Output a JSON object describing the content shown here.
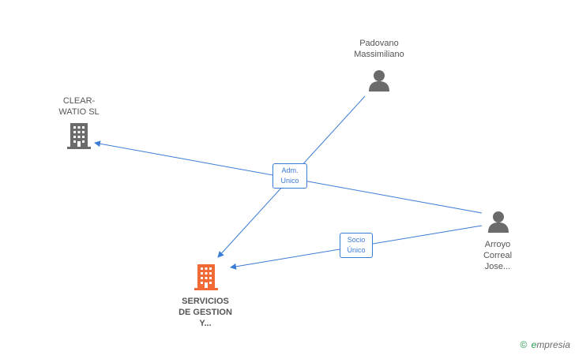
{
  "nodes": {
    "padovano": {
      "line1": "Padovano",
      "line2": "Massimiliano",
      "icon": "person-icon"
    },
    "clear": {
      "line1": "CLEAR-",
      "line2": "WATIO SL",
      "icon": "building-icon"
    },
    "arroyo": {
      "line1": "Arroyo",
      "line2": "Correal",
      "line3": "Jose...",
      "icon": "person-icon"
    },
    "servicios": {
      "line1": "SERVICIOS",
      "line2": "DE GESTION",
      "line3": "Y...",
      "icon": "building-icon",
      "color": "#f26a35"
    }
  },
  "edges": {
    "adm": {
      "line1": "Adm.",
      "line2": "Unico"
    },
    "socio": {
      "line1": "Socio",
      "line2": "Único"
    }
  },
  "colors": {
    "edge": "#3a7bd5",
    "icon": "#6b6b6b",
    "highlight": "#f26a35"
  },
  "brand": {
    "copyright": "©",
    "name_initial": "e",
    "name_rest": "mpresia"
  }
}
